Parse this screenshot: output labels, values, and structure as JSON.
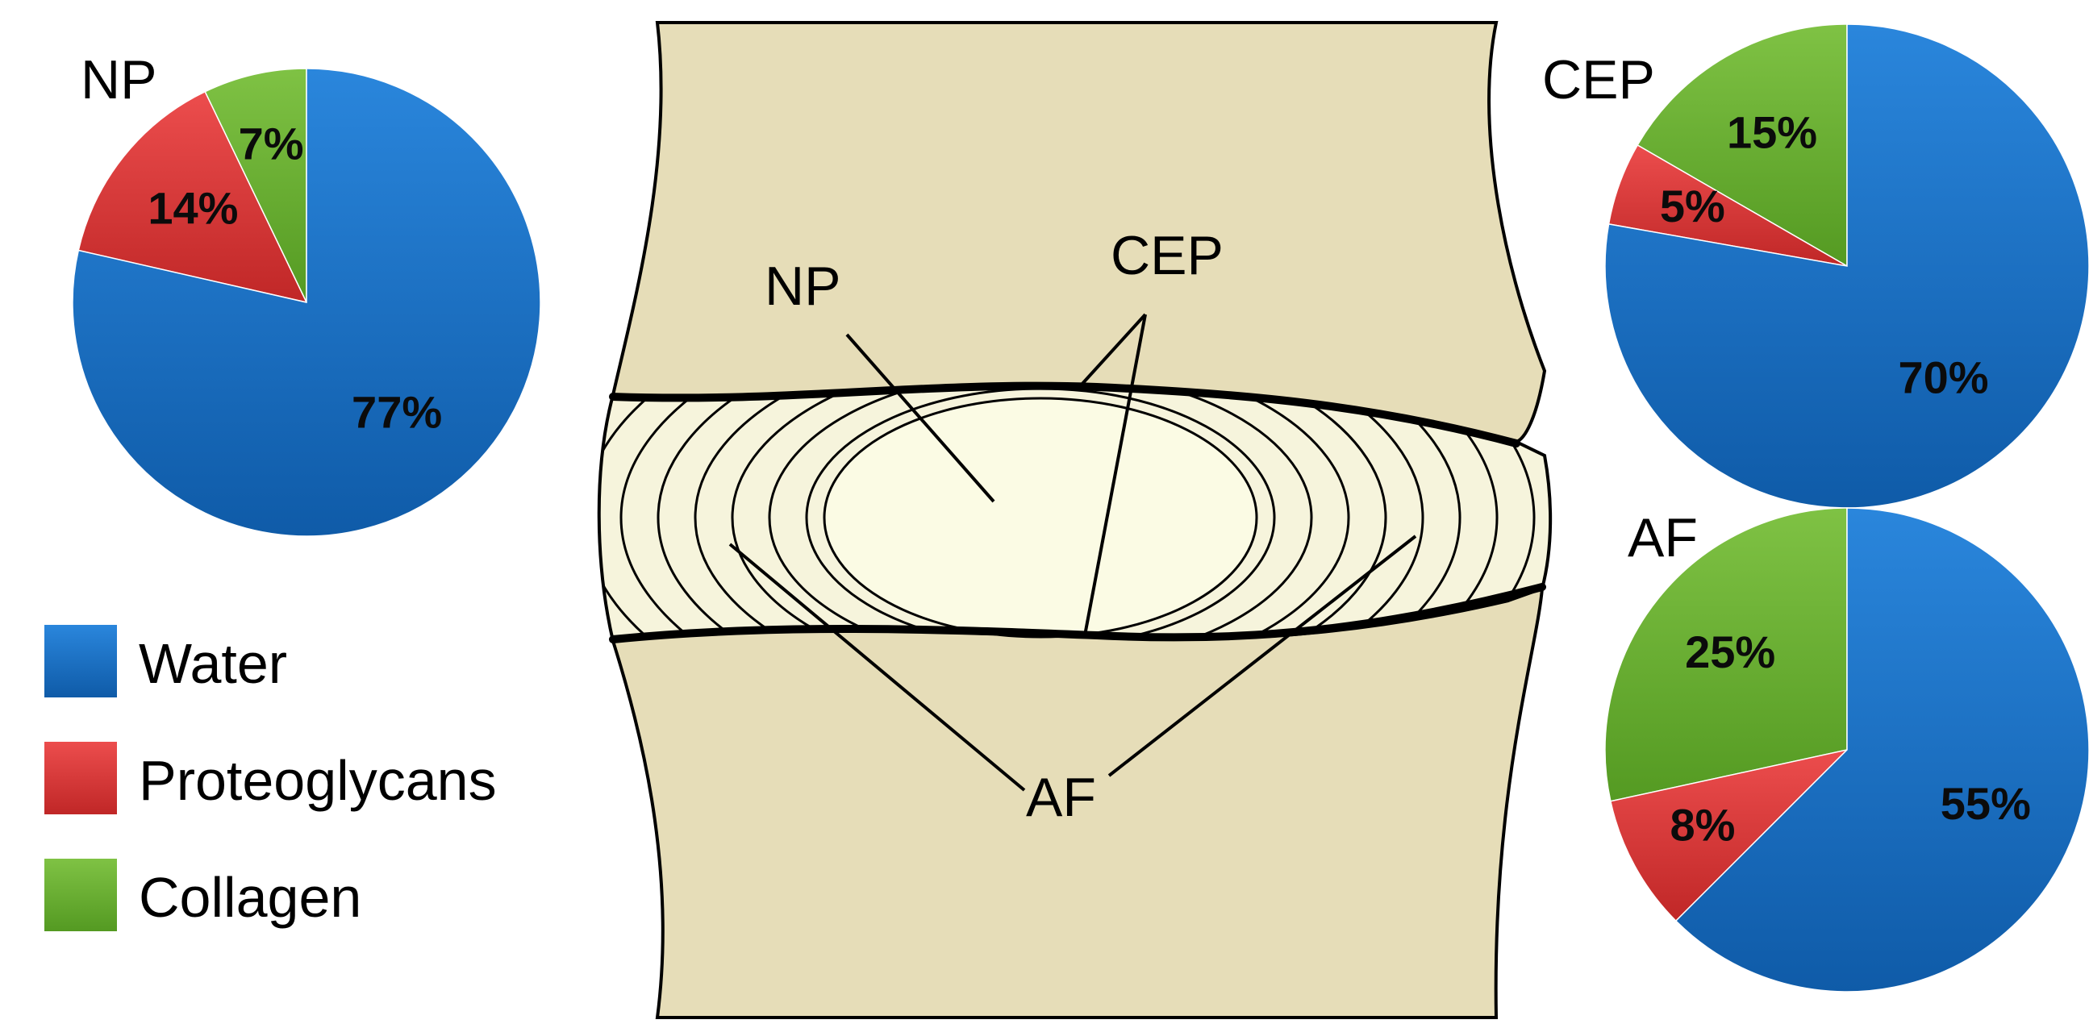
{
  "colors": {
    "water": "#1a6fc4",
    "proteoglycans": "#d93a3a",
    "collagen": "#6aac32",
    "bone": "#e6ddb8",
    "nucleus": "#fbfbe4",
    "annulus": "#f6f4dc",
    "outline": "#000000"
  },
  "legend": {
    "items": [
      {
        "label": "Water",
        "color": "#1a6fc4"
      },
      {
        "label": "Proteoglycans",
        "color": "#d93a3a"
      },
      {
        "label": "Collagen",
        "color": "#6aac32"
      }
    ]
  },
  "diagram": {
    "labels": {
      "np": "NP",
      "cep": "CEP",
      "af": "AF"
    }
  },
  "chart_data": [
    {
      "type": "pie",
      "title": "NP",
      "categories": [
        "Water",
        "Proteoglycans",
        "Collagen"
      ],
      "values": [
        77,
        14,
        7
      ],
      "labels": [
        "77%",
        "14%",
        "7%"
      ]
    },
    {
      "type": "pie",
      "title": "CEP",
      "categories": [
        "Water",
        "Proteoglycans",
        "Collagen"
      ],
      "values": [
        70,
        5,
        15
      ],
      "labels": [
        "70%",
        "5%",
        "15%"
      ]
    },
    {
      "type": "pie",
      "title": "AF",
      "categories": [
        "Water",
        "Proteoglycans",
        "Collagen"
      ],
      "values": [
        55,
        8,
        25
      ],
      "labels": [
        "55%",
        "8%",
        "25%"
      ]
    }
  ]
}
